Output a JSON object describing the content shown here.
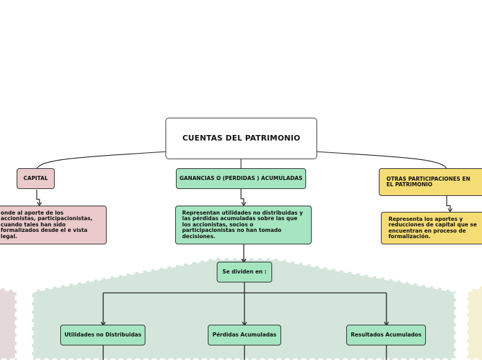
{
  "root": {
    "title": "CUENTAS DEL PATRIMONIO"
  },
  "branches": {
    "capital": {
      "title": "CAPITAL",
      "description": "onde al aporte de los accionistas, participacionistas, cuando tales han sido formalizados desde el e vista legal."
    },
    "ganancias": {
      "title": "GANANCIAS O (PERDIDAS ) ACUMULADAS",
      "description": "Representan utilidades no distribuidas y las pérdidas acumuladas sobre las que los accionistas, socios o participacionistas no han tomado decisiones.",
      "divider": "Se dividen en :",
      "children": [
        "Utilidades no Distribuidas",
        "Pérdidas Acumuladas",
        "Resultados Acumulados"
      ]
    },
    "otras": {
      "title": "OTRAS PARTICIPACIONES EN EL PATRIMONIO",
      "description": "Representa los aportes y reducciones de capital que se encuentran en proceso de formalización."
    }
  },
  "colors": {
    "pink": "#eacaca",
    "green": "#a5e5c0",
    "yellow": "#f6dc74",
    "green_region": "#d4e6db",
    "pink_region": "#e4d8d8",
    "yellow_region": "#f6f0d2"
  }
}
